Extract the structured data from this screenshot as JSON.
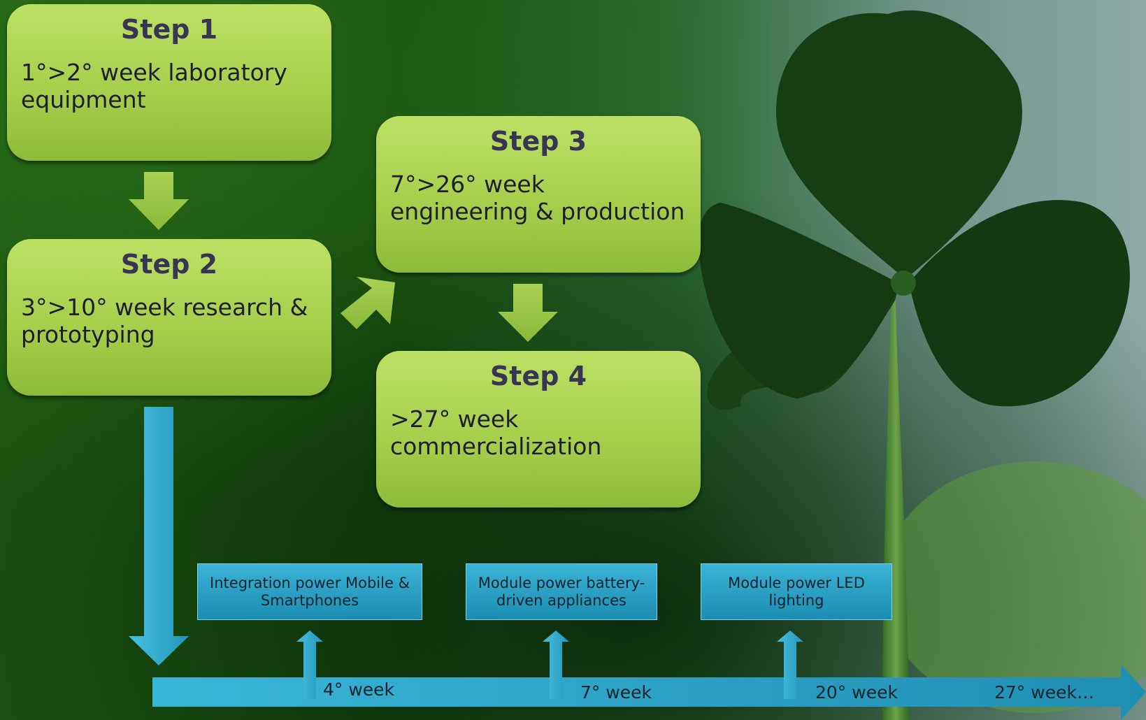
{
  "colors": {
    "step_fill": "#a6cf4c",
    "step_title": "#3a3454",
    "green_arrow": "#a0c84a",
    "timeline_blue": "#2ca2c8"
  },
  "steps": [
    {
      "title": "Step 1",
      "text": "1°>2° week laboratory equipment"
    },
    {
      "title": "Step 2",
      "text": "3°>10° week research & prototyping"
    },
    {
      "title": "Step 3",
      "text": "7°>26° week engineering & production"
    },
    {
      "title": "Step 4",
      "text": ">27° week commercialization"
    }
  ],
  "modules": [
    "Integration power Mobile & Smartphones",
    "Module power battery-driven appliances",
    "Module power LED lighting"
  ],
  "timeline": {
    "weeks": [
      "4° week",
      "7° week",
      "20° week",
      "27° week…"
    ]
  },
  "background": {
    "image": "clover-leaf"
  }
}
